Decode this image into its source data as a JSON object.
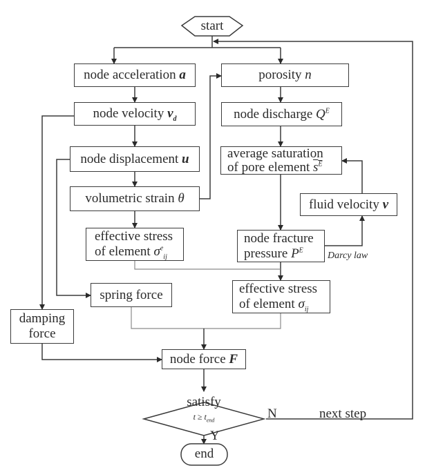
{
  "nodes": {
    "start": "start",
    "acceleration": {
      "text": "node acceleration ",
      "var": "a"
    },
    "velocity": {
      "text": "node velocity ",
      "var": "v",
      "sub": "d"
    },
    "displacement": {
      "text": "node displacement ",
      "var": "u"
    },
    "vol_strain": {
      "text": "volumetric strain ",
      "var": "θ"
    },
    "eff_stress_e": {
      "line1": "effective stress",
      "line2": "of element ",
      "var": "σ",
      "sub": "ij",
      "sup": "e"
    },
    "spring": "spring force",
    "damping": {
      "line1": "damping",
      "line2": "force"
    },
    "porosity": {
      "text": "porosity ",
      "var": "n"
    },
    "discharge": {
      "text": "node discharge ",
      "var": "Q",
      "sup": "E"
    },
    "avg_saturation": {
      "line1": "average saturation",
      "line2": "of pore element ",
      "var": "s",
      "sup": "E"
    },
    "fluid_velocity": {
      "text": "fluid velocity ",
      "var": "v"
    },
    "fracture_pressure": {
      "line1": "node fracture",
      "line2": "pressure ",
      "var": "P",
      "sup": "E"
    },
    "eff_stress": {
      "line1": "effective stress",
      "line2": "of element ",
      "var": "σ",
      "sub": "ij"
    },
    "node_force": {
      "text": "node force ",
      "var": "F"
    },
    "decision": {
      "line1": "satisfy",
      "cond_var": "t",
      "cond_op": " ≥ ",
      "cond_var2": "t",
      "cond_sub": "end"
    },
    "end": "end"
  },
  "edge_labels": {
    "darcy": "Darcy law",
    "no": "N",
    "yes": "Y",
    "next_step": "next step"
  }
}
